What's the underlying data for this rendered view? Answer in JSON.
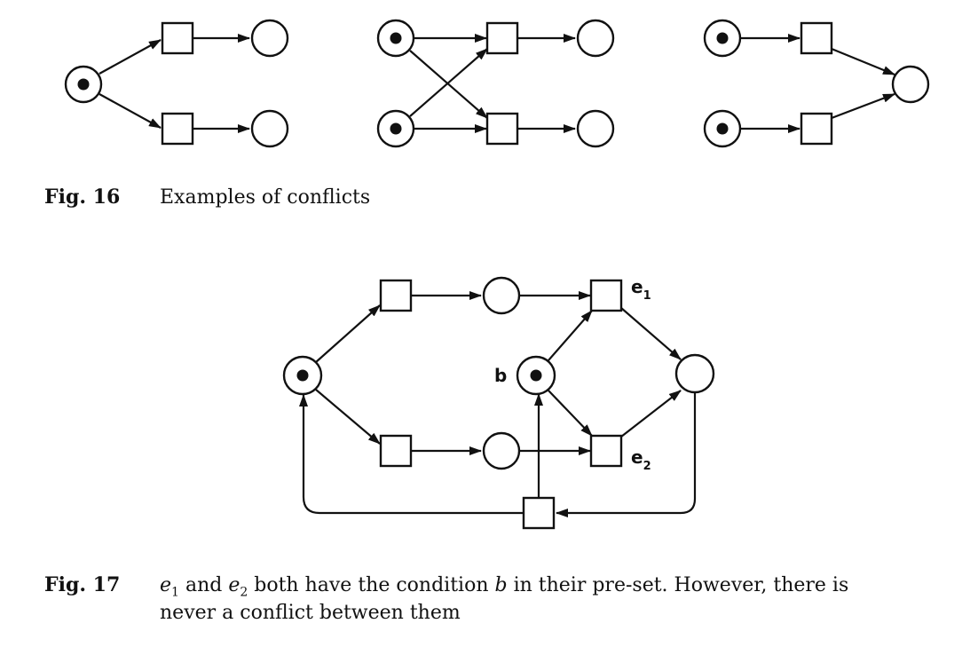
{
  "figures": [
    {
      "id": "fig16",
      "caption_label": "Fig. 16",
      "caption_text": "Examples of conflicts"
    },
    {
      "id": "fig17",
      "caption_label": "Fig. 17",
      "caption_line1": "e1 and e2 both have the condition b in their pre-set. However, there is",
      "caption_line2": "never a conflict between them",
      "node_labels": {
        "b": "b",
        "e1_letter": "e",
        "e1_index": "1",
        "e2_letter": "e",
        "e2_index": "2"
      }
    }
  ]
}
